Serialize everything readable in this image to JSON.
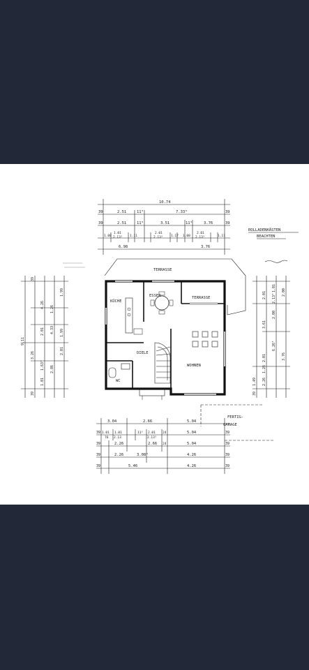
{
  "colors": {
    "background": "#222837",
    "paper": "#ffffff",
    "ink": "#1a1a1a"
  },
  "notes": {
    "rolladen": "ROLLADENKÄSTEN",
    "beachten": "BEACHTEN",
    "fertig": "FERTIG-",
    "garage": "GARAGE"
  },
  "rooms": {
    "terrasse_top": "TERRASSE",
    "terrasse_right": "TERRASSE",
    "kueche": "KÜCHE",
    "esser": "ESSER",
    "diele": "DIELE",
    "wohnen": "WOHNEN",
    "wc": "WC"
  },
  "dims_top": {
    "r1": [
      "10.74"
    ],
    "r2": [
      "39",
      "2.51",
      "11⁵",
      "7.33⁵",
      "39"
    ],
    "r3": [
      "39",
      "2.51",
      "11⁵",
      "3.51",
      "11⁵",
      "3.76",
      "39"
    ],
    "r4": [
      "1.08",
      "1.01",
      "2.13⁵",
      "1.11",
      "2.01",
      "2.13⁵",
      "1.17",
      "1.08",
      "2.01",
      "2.13⁵",
      "1.11"
    ],
    "r5": [
      "6.98",
      "3.76"
    ]
  },
  "dims_bottom": {
    "r1": [
      "3.04",
      "2.66",
      "5.04"
    ],
    "r2": [
      "1.01",
      "76",
      "1.01",
      "2.13",
      "11⁵",
      "2.01",
      "2.13⁵",
      "24",
      "5.04"
    ],
    "r3": [
      "2.26",
      "2.66",
      "24",
      "5.04"
    ],
    "r4": [
      "2.26",
      "3.08⁵",
      "4.26"
    ],
    "r5": [
      "5.46",
      "4.26"
    ]
  },
  "dims_left": [
    "39",
    "1.99",
    "4.26",
    "1.26",
    "2.01",
    "4.33",
    "1.99",
    "2.01",
    "3.26",
    "1.63⁵",
    "2.86",
    "1.01",
    "39"
  ],
  "dims_right": [
    "2.00",
    "2.01",
    "1.01",
    "2.13⁵",
    "2.00",
    "3.61",
    "6.26⁵",
    "3.76",
    "2.01",
    "1.26",
    "1.49",
    "2.26",
    "39"
  ]
}
